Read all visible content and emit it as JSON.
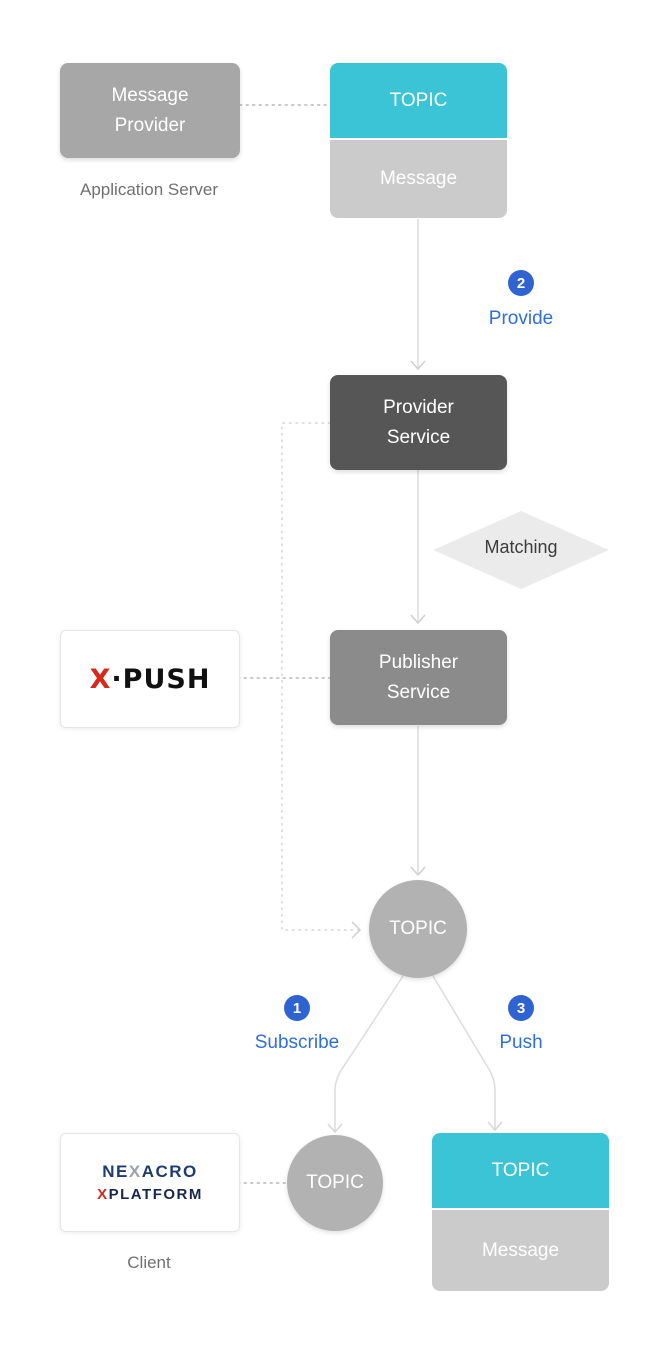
{
  "app_server": {
    "box": [
      "Message",
      "Provider"
    ],
    "caption": "Application Server"
  },
  "topic_top": {
    "topic": "TOPIC",
    "message": "Message"
  },
  "provider_service": {
    "lines": [
      "Provider",
      "Service"
    ]
  },
  "matching_label": "Matching",
  "xpush": {
    "x": "X",
    "rest": "·PUSH"
  },
  "publisher_service": {
    "lines": [
      "Publisher",
      "Service"
    ]
  },
  "topic_mid": "TOPIC",
  "steps": {
    "provide": {
      "num": "2",
      "label": "Provide"
    },
    "subscribe": {
      "num": "1",
      "label": "Subscribe"
    },
    "push": {
      "num": "3",
      "label": "Push"
    }
  },
  "client": {
    "nexacro": {
      "pre": "NE",
      "x": "X",
      "post": "ACRO"
    },
    "xplatform": {
      "x": "X",
      "rest": "PLATFORM"
    },
    "caption": "Client"
  },
  "topic_client": "TOPIC",
  "topic_bottom": {
    "topic": "TOPIC",
    "message": "Message"
  },
  "colors": {
    "cyan": "#3ac4d6",
    "message_gray": "#cbcbcb",
    "provider_gray": "#a7a7a7",
    "dark_gray": "#565656",
    "publisher_gray": "#8b8b8b",
    "circle_gray": "#b2b2b2",
    "badge_blue": "#2f63d1",
    "label_blue": "#2e6fd8",
    "logo_red": "#d8281c",
    "logo_navy": "#1e3c74",
    "line_gray": "#dcdcdc"
  }
}
